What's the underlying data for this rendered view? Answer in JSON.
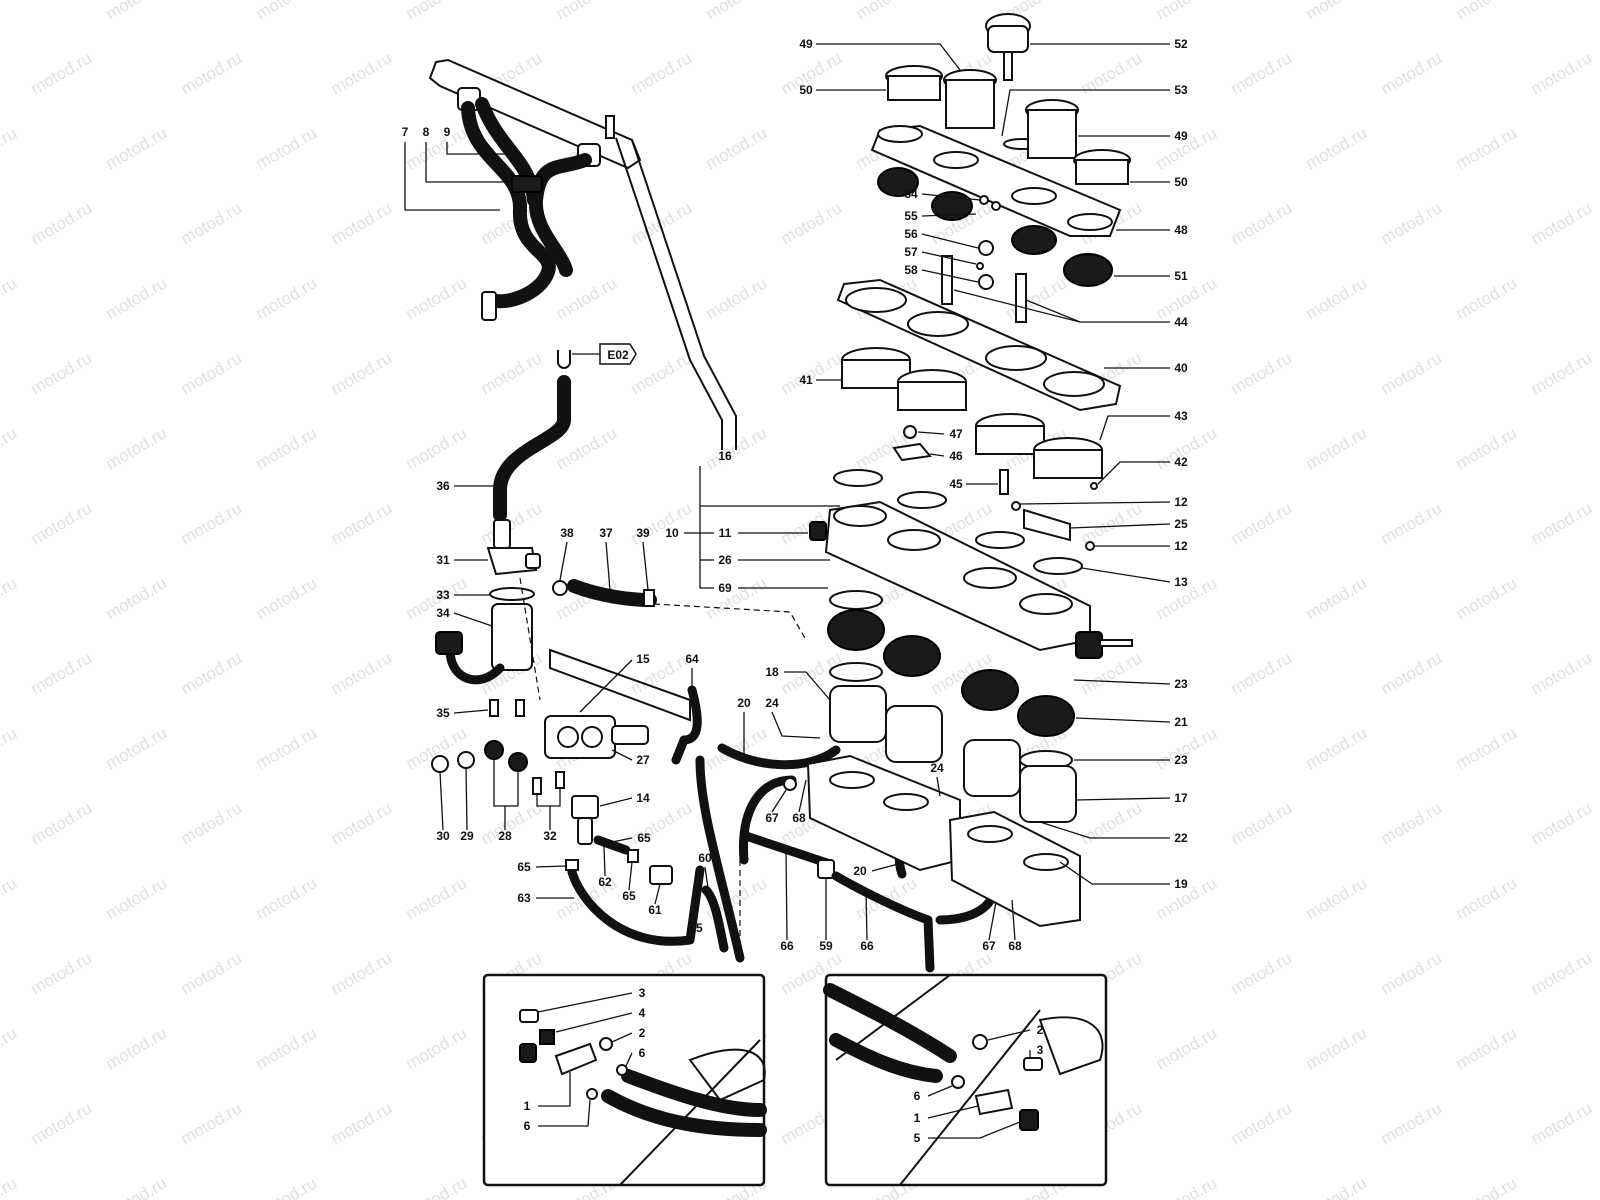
{
  "watermark": "motod.ru",
  "ref_tag": "E02",
  "callouts_main": [
    {
      "id": "c7",
      "text": "7"
    },
    {
      "id": "c8",
      "text": "8"
    },
    {
      "id": "c9",
      "text": "9"
    },
    {
      "id": "c49a",
      "text": "49"
    },
    {
      "id": "c50a",
      "text": "50"
    },
    {
      "id": "c52",
      "text": "52"
    },
    {
      "id": "c53",
      "text": "53"
    },
    {
      "id": "c49b",
      "text": "49"
    },
    {
      "id": "c50b",
      "text": "50"
    },
    {
      "id": "c54",
      "text": "54"
    },
    {
      "id": "c55",
      "text": "55"
    },
    {
      "id": "c56",
      "text": "56"
    },
    {
      "id": "c57",
      "text": "57"
    },
    {
      "id": "c58",
      "text": "58"
    },
    {
      "id": "c48",
      "text": "48"
    },
    {
      "id": "c51",
      "text": "51"
    },
    {
      "id": "c44",
      "text": "44"
    },
    {
      "id": "c40",
      "text": "40"
    },
    {
      "id": "c41",
      "text": "41"
    },
    {
      "id": "c43",
      "text": "43"
    },
    {
      "id": "c47",
      "text": "47"
    },
    {
      "id": "c46",
      "text": "46"
    },
    {
      "id": "c42",
      "text": "42"
    },
    {
      "id": "c45",
      "text": "45"
    },
    {
      "id": "c16",
      "text": "16"
    },
    {
      "id": "c36",
      "text": "36"
    },
    {
      "id": "c12a",
      "text": "12"
    },
    {
      "id": "c25",
      "text": "25"
    },
    {
      "id": "c12b",
      "text": "12"
    },
    {
      "id": "c38",
      "text": "38"
    },
    {
      "id": "c37",
      "text": "37"
    },
    {
      "id": "c39",
      "text": "39"
    },
    {
      "id": "c10",
      "text": "10"
    },
    {
      "id": "c11",
      "text": "11"
    },
    {
      "id": "c31",
      "text": "31"
    },
    {
      "id": "c26",
      "text": "26"
    },
    {
      "id": "c13",
      "text": "13"
    },
    {
      "id": "c69",
      "text": "69"
    },
    {
      "id": "c33",
      "text": "33"
    },
    {
      "id": "c34",
      "text": "34"
    },
    {
      "id": "c15",
      "text": "15"
    },
    {
      "id": "c64",
      "text": "64"
    },
    {
      "id": "c18",
      "text": "18"
    },
    {
      "id": "c23a",
      "text": "23"
    },
    {
      "id": "c20a",
      "text": "20"
    },
    {
      "id": "c24a",
      "text": "24"
    },
    {
      "id": "c35",
      "text": "35"
    },
    {
      "id": "c21",
      "text": "21"
    },
    {
      "id": "c27",
      "text": "27"
    },
    {
      "id": "c23b",
      "text": "23"
    },
    {
      "id": "c24b",
      "text": "24"
    },
    {
      "id": "c14",
      "text": "14"
    },
    {
      "id": "c67a",
      "text": "67"
    },
    {
      "id": "c68a",
      "text": "68"
    },
    {
      "id": "c17",
      "text": "17"
    },
    {
      "id": "c30",
      "text": "30"
    },
    {
      "id": "c29",
      "text": "29"
    },
    {
      "id": "c28",
      "text": "28"
    },
    {
      "id": "c32",
      "text": "32"
    },
    {
      "id": "c65a",
      "text": "65"
    },
    {
      "id": "c22",
      "text": "22"
    },
    {
      "id": "c60",
      "text": "60"
    },
    {
      "id": "c20b",
      "text": "20"
    },
    {
      "id": "c65b",
      "text": "65"
    },
    {
      "id": "c62",
      "text": "62"
    },
    {
      "id": "c19",
      "text": "19"
    },
    {
      "id": "c63",
      "text": "63"
    },
    {
      "id": "c65c",
      "text": "65"
    },
    {
      "id": "c61",
      "text": "61"
    },
    {
      "id": "c65d",
      "text": "65"
    },
    {
      "id": "c66a",
      "text": "66"
    },
    {
      "id": "c59",
      "text": "59"
    },
    {
      "id": "c66b",
      "text": "66"
    },
    {
      "id": "c67b",
      "text": "67"
    },
    {
      "id": "c68b",
      "text": "68"
    }
  ],
  "callouts_inset_left": [
    {
      "id": "l3",
      "text": "3"
    },
    {
      "id": "l4",
      "text": "4"
    },
    {
      "id": "l2",
      "text": "2"
    },
    {
      "id": "l6a",
      "text": "6"
    },
    {
      "id": "l1",
      "text": "1"
    },
    {
      "id": "l6b",
      "text": "6"
    }
  ],
  "callouts_inset_right": [
    {
      "id": "r2",
      "text": "2"
    },
    {
      "id": "r3",
      "text": "3"
    },
    {
      "id": "r6",
      "text": "6"
    },
    {
      "id": "r1",
      "text": "1"
    },
    {
      "id": "r5",
      "text": "5"
    }
  ]
}
